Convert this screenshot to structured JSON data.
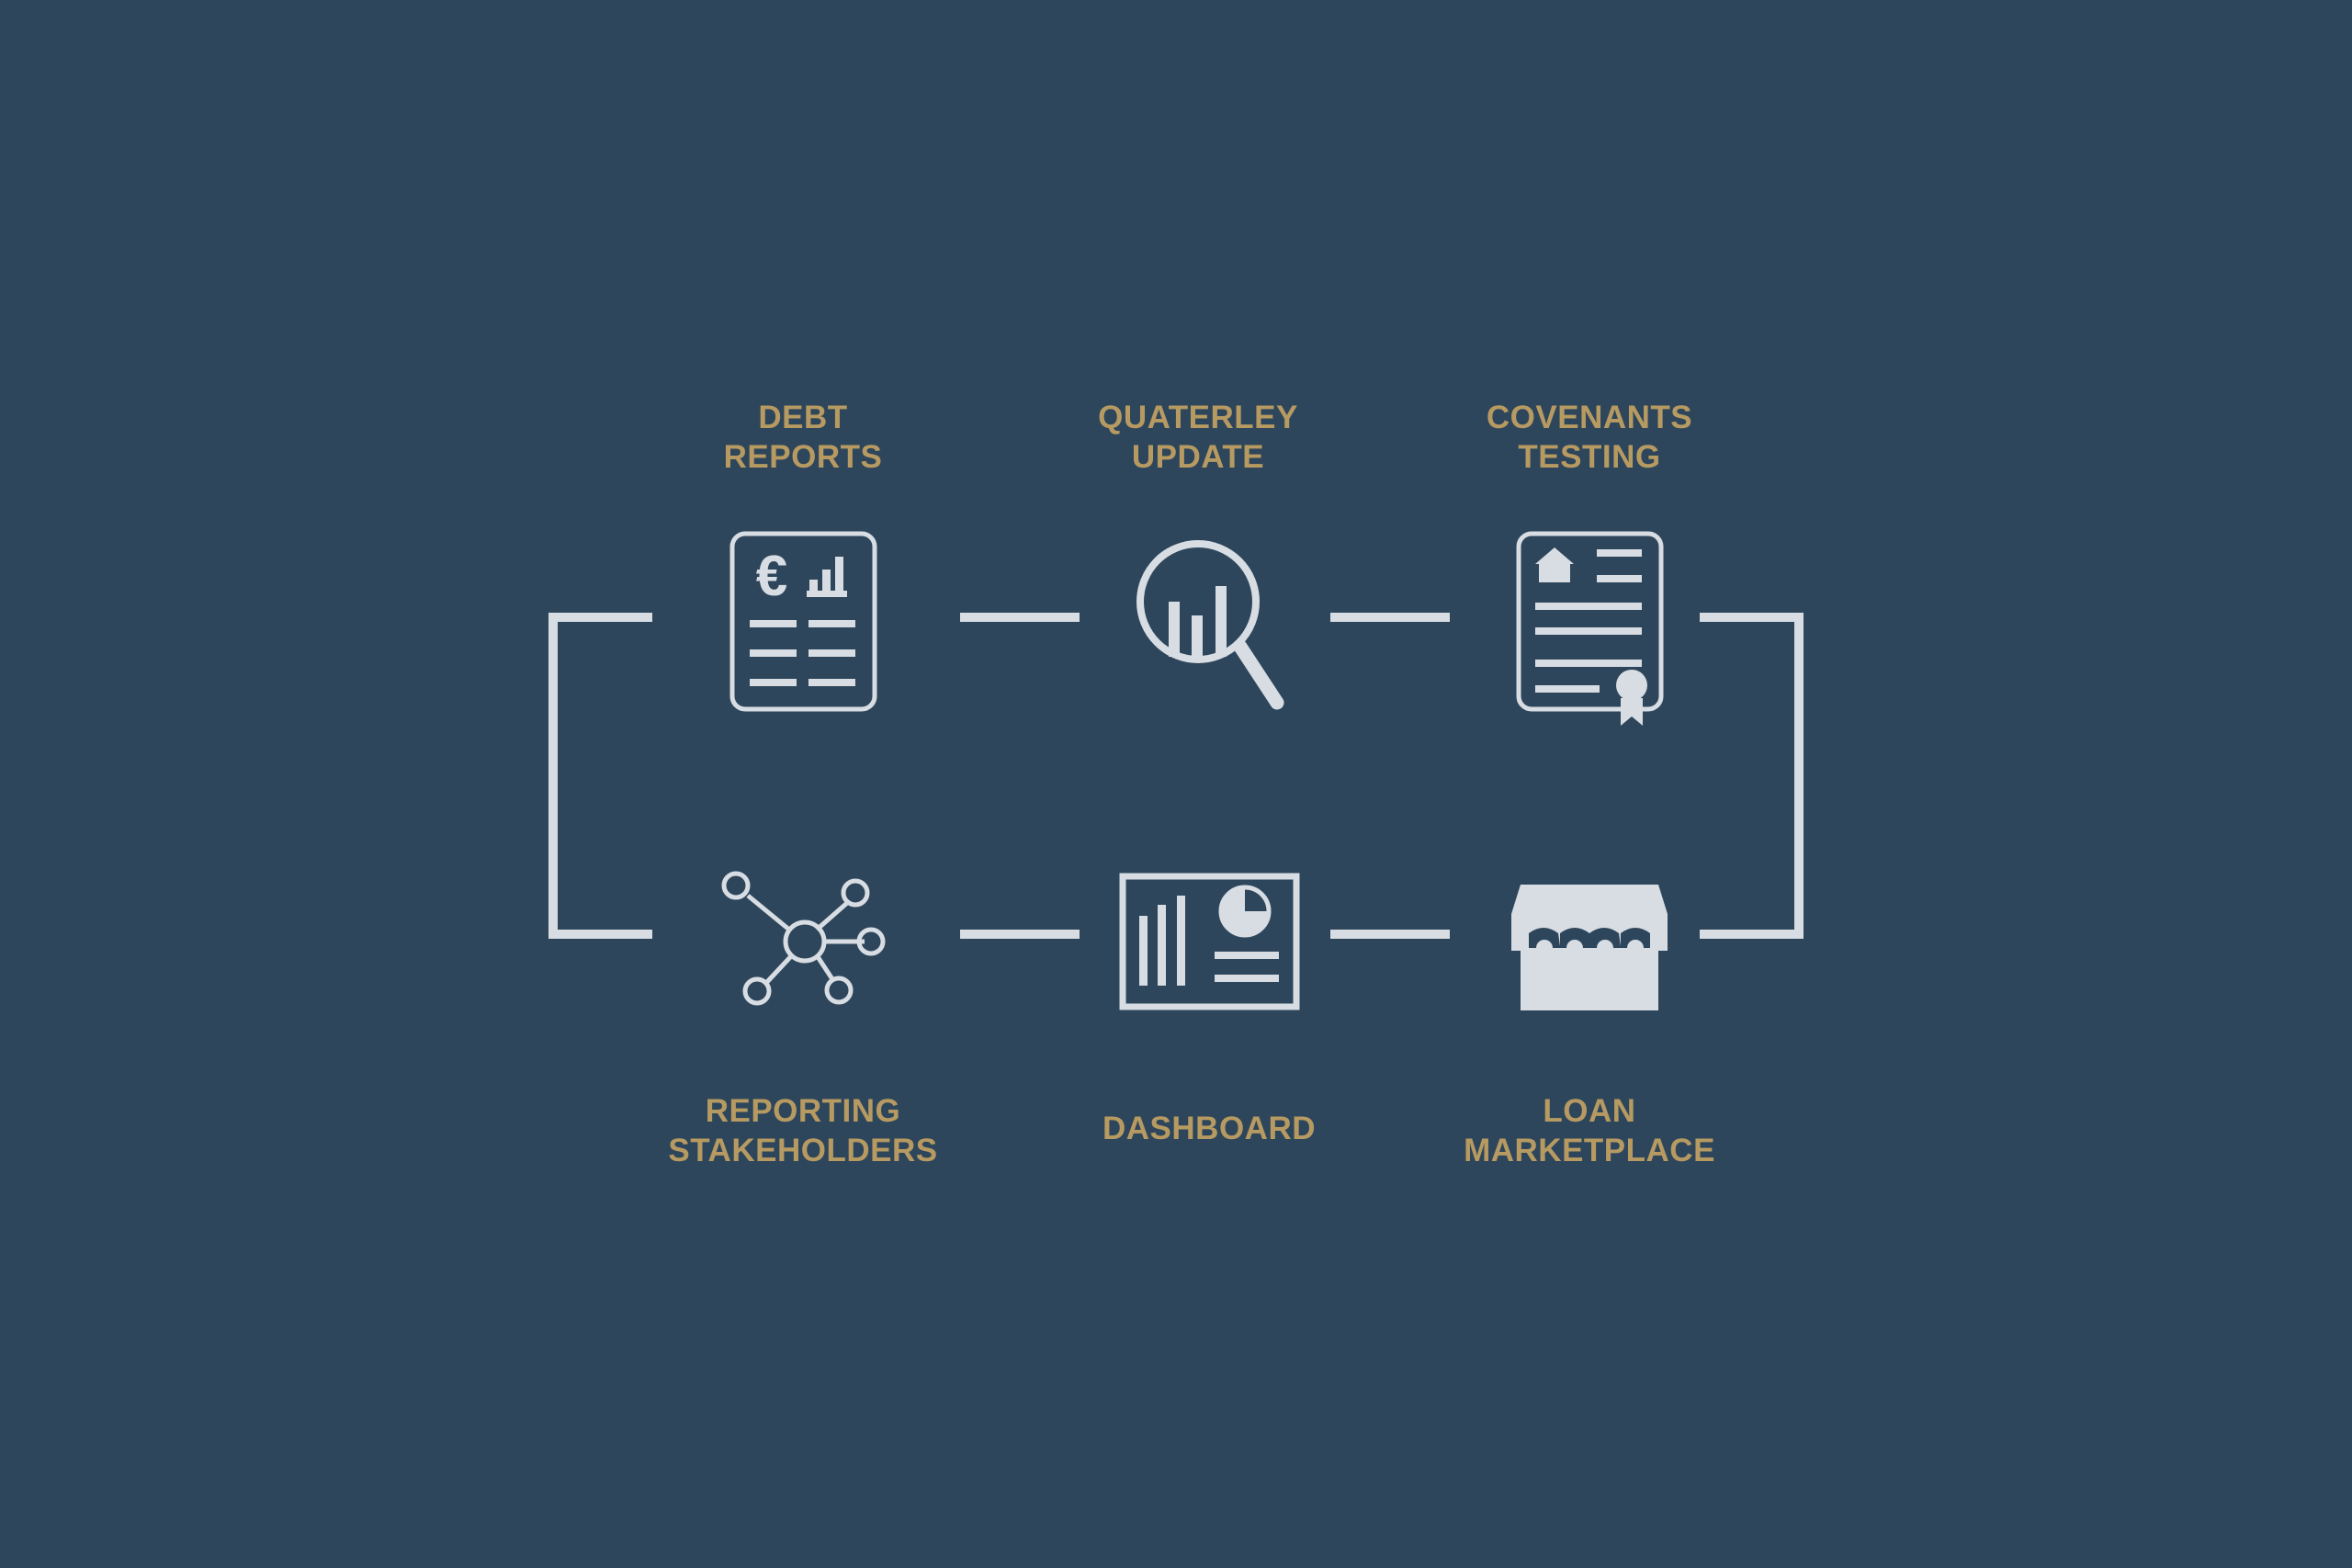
{
  "colors": {
    "background": "#2e465b",
    "icon": "#d7dde3",
    "label": "#b69a62"
  },
  "steps": [
    {
      "lines": [
        "DEBT",
        "REPORTS"
      ],
      "icon": "document-euro-chart-icon"
    },
    {
      "lines": [
        "QUATERLEY",
        "UPDATE"
      ],
      "icon": "magnifier-chart-icon"
    },
    {
      "lines": [
        "COVENANTS",
        "TESTING"
      ],
      "icon": "certificate-document-icon"
    },
    {
      "lines": [
        "LOAN",
        "MARKETPLACE"
      ],
      "icon": "storefront-icon"
    },
    {
      "lines": [
        "DASHBOARD"
      ],
      "icon": "dashboard-icon"
    },
    {
      "lines": [
        "REPORTING",
        "STAKEHOLDERS"
      ],
      "icon": "network-hub-icon"
    }
  ]
}
